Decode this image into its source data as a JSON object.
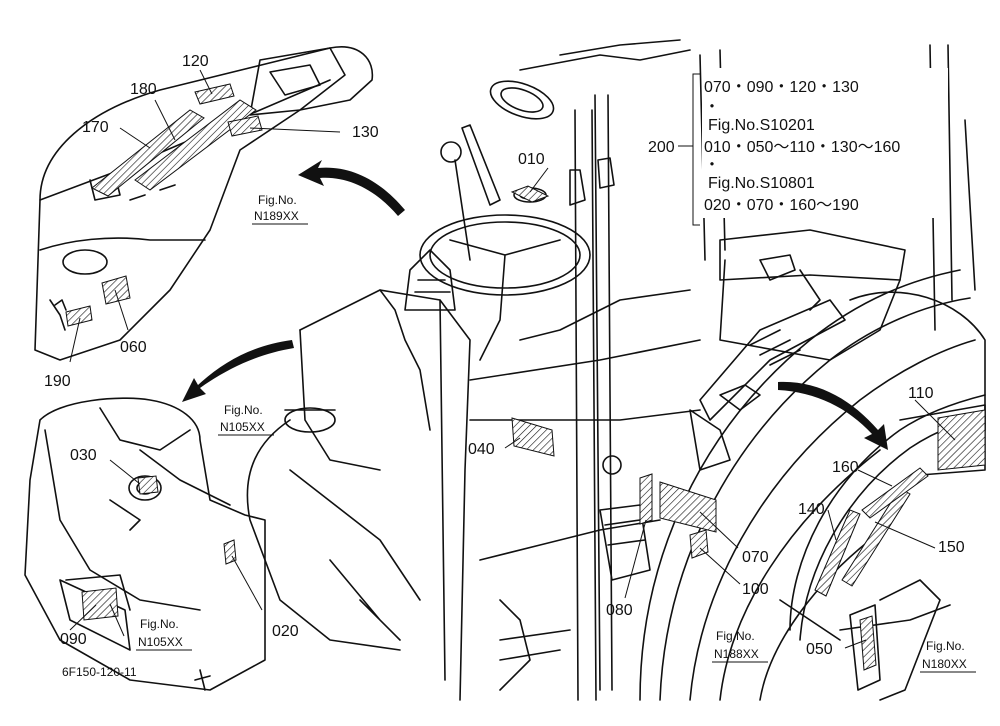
{
  "callouts": {
    "c010": "010",
    "c020": "020",
    "c030": "030",
    "c040": "040",
    "c050": "050",
    "c060": "060",
    "c070": "070",
    "c080": "080",
    "c090": "090",
    "c100": "100",
    "c110": "110",
    "c120": "120",
    "c130": "130",
    "c140": "140",
    "c150": "150",
    "c160": "160",
    "c170": "170",
    "c180": "180",
    "c190": "190",
    "c200": "200"
  },
  "fig_refs": {
    "n189_label": "Fig.No.",
    "n189_num": "N189XX",
    "n105a_label": "Fig.No.",
    "n105a_num": "N105XX",
    "n105b_label": "Fig.No.",
    "n105b_num": "N105XX",
    "n188_label": "Fig.No.",
    "n188_num": "N188XX",
    "n180_label": "Fig.No.",
    "n180_num": "N180XX"
  },
  "ref_block": {
    "line1": "070・090・120・130",
    "bullet1": "・",
    "line2": "Fig.No.S10201",
    "line3": "010・050～110・130～160",
    "bullet2": "・",
    "line4": "Fig.No.S10801",
    "line5": "020・070・160～190"
  },
  "drawing_code": "6F150-120-11"
}
